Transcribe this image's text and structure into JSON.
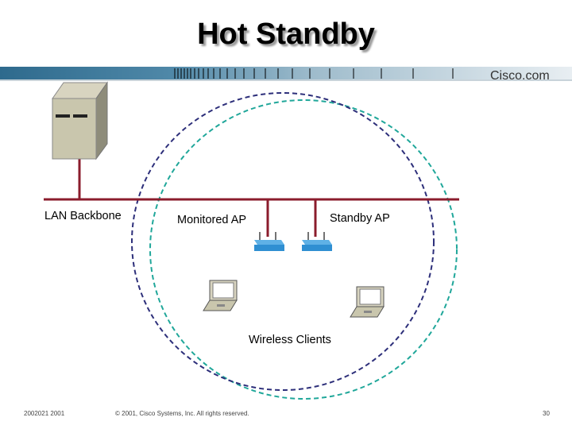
{
  "slide": {
    "title": "Hot Standby",
    "brand": "Cisco.com",
    "footer_left": "2002021 2001",
    "footer_center": "© 2001, Cisco Systems, Inc. All rights reserved.",
    "page_number": "30"
  },
  "diagram": {
    "labels": {
      "lan_backbone": "LAN Backbone",
      "monitored_ap": "Monitored AP",
      "standby_ap": "Standby AP",
      "wireless_clients": "Wireless Clients"
    },
    "colors": {
      "backbone": "#8b1c2c",
      "monitored_coverage": "#2d2f7a",
      "standby_coverage": "#20a79a",
      "header_bar": "#3a6e8f",
      "access_point": "#2f8fd2"
    }
  }
}
